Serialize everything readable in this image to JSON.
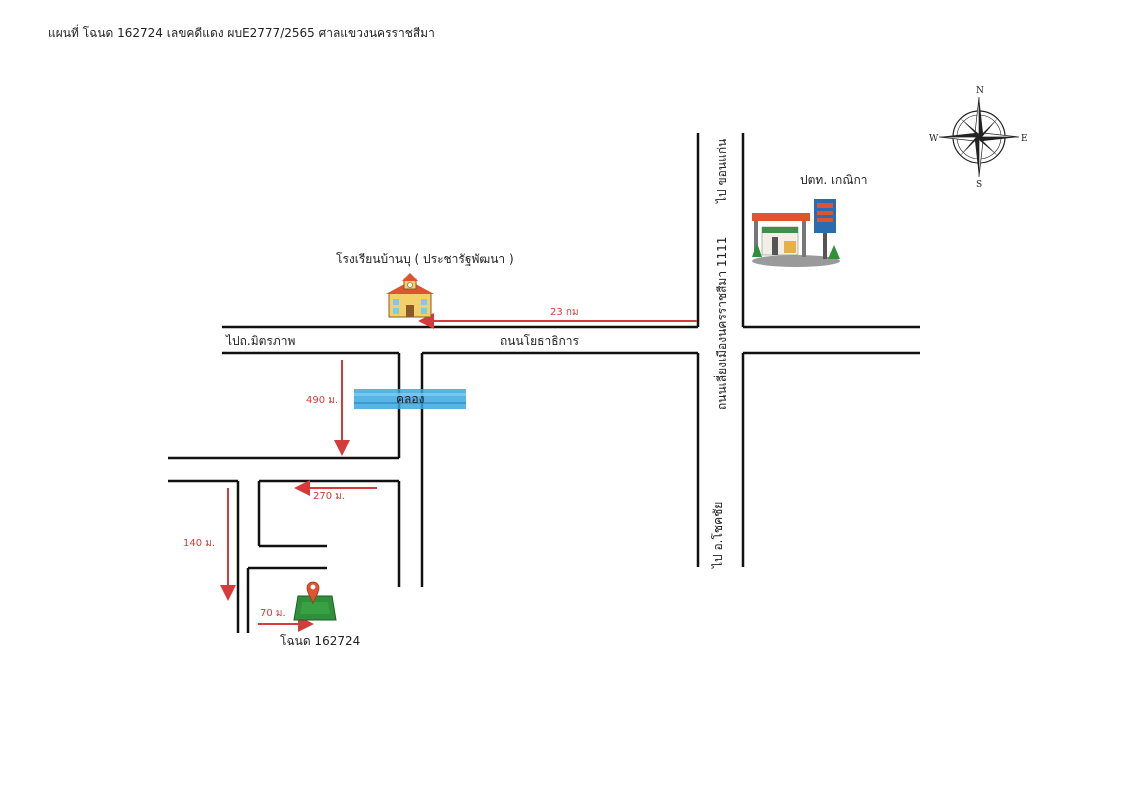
{
  "title": "แผนที่ โฉนด 162724 เลขคดีแดง ผบE2777/2565  ศาลแขวงนครราชสีมา",
  "roads": {
    "main_road": "ถนนโยธาธิการ",
    "to_mittraphap": "ไปถ.มิตรภาพ",
    "highway": "ถนนเลี่ยงเมืองนครราชสีมา  1111",
    "to_khonkaen": "ไป ขอนแก่น",
    "to_chokchai": "ไป อ.โชคชัย"
  },
  "places": {
    "school": "โรงเรียนบ้านบุ ( ประชารัฐพัฒนา )",
    "gas_station": "ปตท. เกณิกา",
    "canal": "คลอง",
    "plot": "โฉนด 162724"
  },
  "distances": {
    "d_23km": "23 กม",
    "d_490": "490 ม.",
    "d_270": "270 ม.",
    "d_140": "140 ม.",
    "d_70": "70 ม."
  },
  "compass": {
    "n": "N",
    "e": "E",
    "s": "S",
    "w": "W"
  },
  "colors": {
    "road": "#111111",
    "arrow": "#d63b3b",
    "canal": "#3aa7e0",
    "plot_green": "#2f8f3a",
    "pin": "#e0532f"
  }
}
